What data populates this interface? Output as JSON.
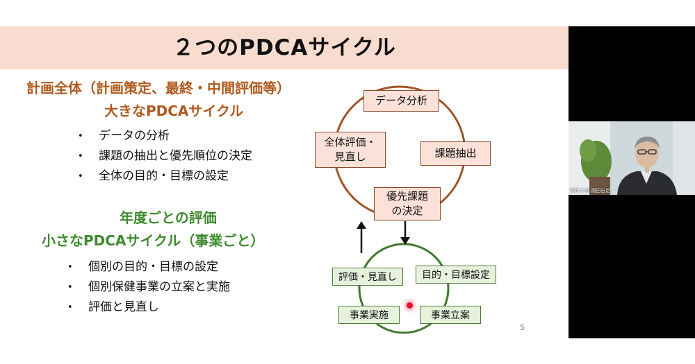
{
  "slide": {
    "title": "２つのPDCAサイクル",
    "section1": {
      "heading_line1": "計画全体（計画策定、最終・中間評価等）",
      "heading_line2": "大きなPDCAサイクル",
      "bullets": [
        "データの分析",
        "課題の抽出と優先順位の決定",
        "全体の目的・目標の設定"
      ]
    },
    "section2": {
      "heading_line1": "年度ごとの評価",
      "heading_line2": "小さなPDCAサイクル（事業ごと）",
      "bullets": [
        "個別の目的・目標の設定",
        "個別保健事業の立案と実施",
        "評価と見直し"
      ]
    },
    "big_cycle": {
      "top": "データ分析",
      "left_line1": "全体評価・",
      "left_line2": "見直し",
      "right": "課題抽出",
      "bottom_line1": "優先課題",
      "bottom_line2": "の決定"
    },
    "small_cycle": {
      "top_left": "評価・見直し",
      "top_right": "目的・目標設定",
      "bottom_left": "事業実施",
      "bottom_right": "事業立案"
    },
    "page_number": "5"
  },
  "colors": {
    "title_band": "#f8dcd0",
    "brown_heading": "#b05a1e",
    "green_heading": "#3f8a2e",
    "big_cycle_stroke": "#a0542a",
    "small_cycle_stroke": "#3f7a2c"
  },
  "webcam": {
    "caption": "南京大学 福田吉治"
  }
}
